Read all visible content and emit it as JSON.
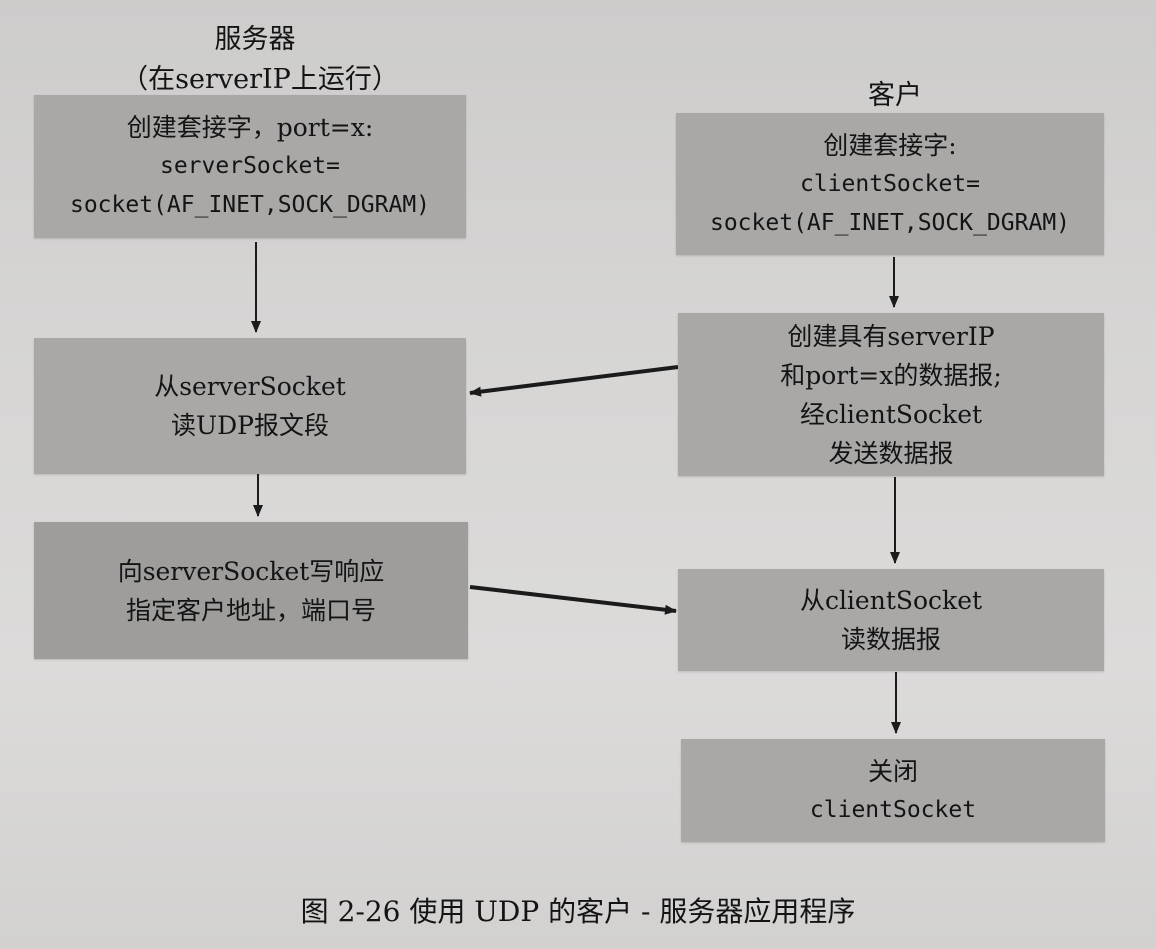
{
  "server": {
    "title": "服务器",
    "subtitle": "（在serverIP上运行）",
    "create_socket": [
      "创建套接字，port=x:",
      "serverSocket=",
      "socket(AF_INET,SOCK_DGRAM)"
    ],
    "read_segment": [
      "从serverSocket",
      "读UDP报文段"
    ],
    "write_reply": [
      "向serverSocket写响应",
      "指定客户地址，端口号"
    ]
  },
  "client": {
    "title": "客户",
    "create_socket": [
      "创建套接字:",
      "clientSocket=",
      "socket(AF_INET,SOCK_DGRAM)"
    ],
    "send_datagram": [
      "创建具有serverIP",
      "和port=x的数据报;",
      "经clientSocket",
      "发送数据报"
    ],
    "read_datagram": [
      "从clientSocket",
      "读数据报"
    ],
    "close_socket": [
      "关闭",
      "clientSocket"
    ]
  },
  "caption": "图 2-26   使用 UDP 的客户 - 服务器应用程序"
}
